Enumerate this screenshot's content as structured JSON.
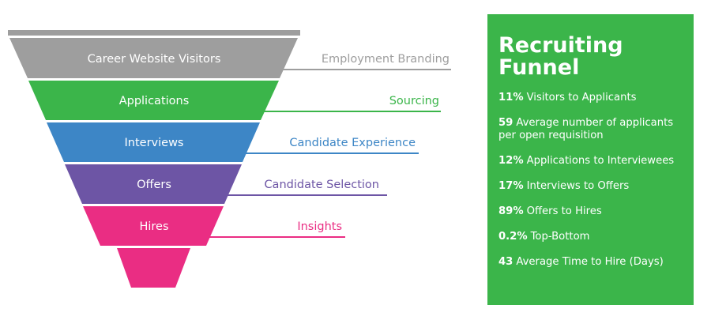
{
  "funnel": {
    "stages": [
      {
        "label": "Career Website Visitors",
        "color": "#9e9e9e"
      },
      {
        "label": "Applications",
        "color": "#3bb54a"
      },
      {
        "label": "Interviews",
        "color": "#3d86c6"
      },
      {
        "label": "Offers",
        "color": "#6d55a5"
      },
      {
        "label": "Hires",
        "color": "#ea2d83"
      },
      {
        "label": "",
        "color": "#ea2d83"
      }
    ],
    "top_bar_color": "#9e9e9e",
    "annotations": [
      {
        "label": "Employment Branding",
        "color": "#9e9e9e"
      },
      {
        "label": "Sourcing",
        "color": "#3bb54a"
      },
      {
        "label": "Candidate Experience",
        "color": "#3d86c6"
      },
      {
        "label": "Candidate Selection",
        "color": "#6d55a5"
      },
      {
        "label": "Insights",
        "color": "#ea2d83"
      }
    ]
  },
  "panel": {
    "title": "Recruiting Funnel",
    "background": "#3bb54a",
    "stats": [
      {
        "value": "11%",
        "text": "Visitors to Applicants"
      },
      {
        "value": "59",
        "text": "Average number of applicants per open requisition"
      },
      {
        "value": "12%",
        "text": "Applications to Interviewees"
      },
      {
        "value": "17%",
        "text": "Interviews to Offers"
      },
      {
        "value": "89%",
        "text": "Offers to Hires"
      },
      {
        "value": "0.2%",
        "text": "Top-Bottom"
      },
      {
        "value": "43",
        "text": "Average Time to Hire (Days)"
      }
    ]
  }
}
